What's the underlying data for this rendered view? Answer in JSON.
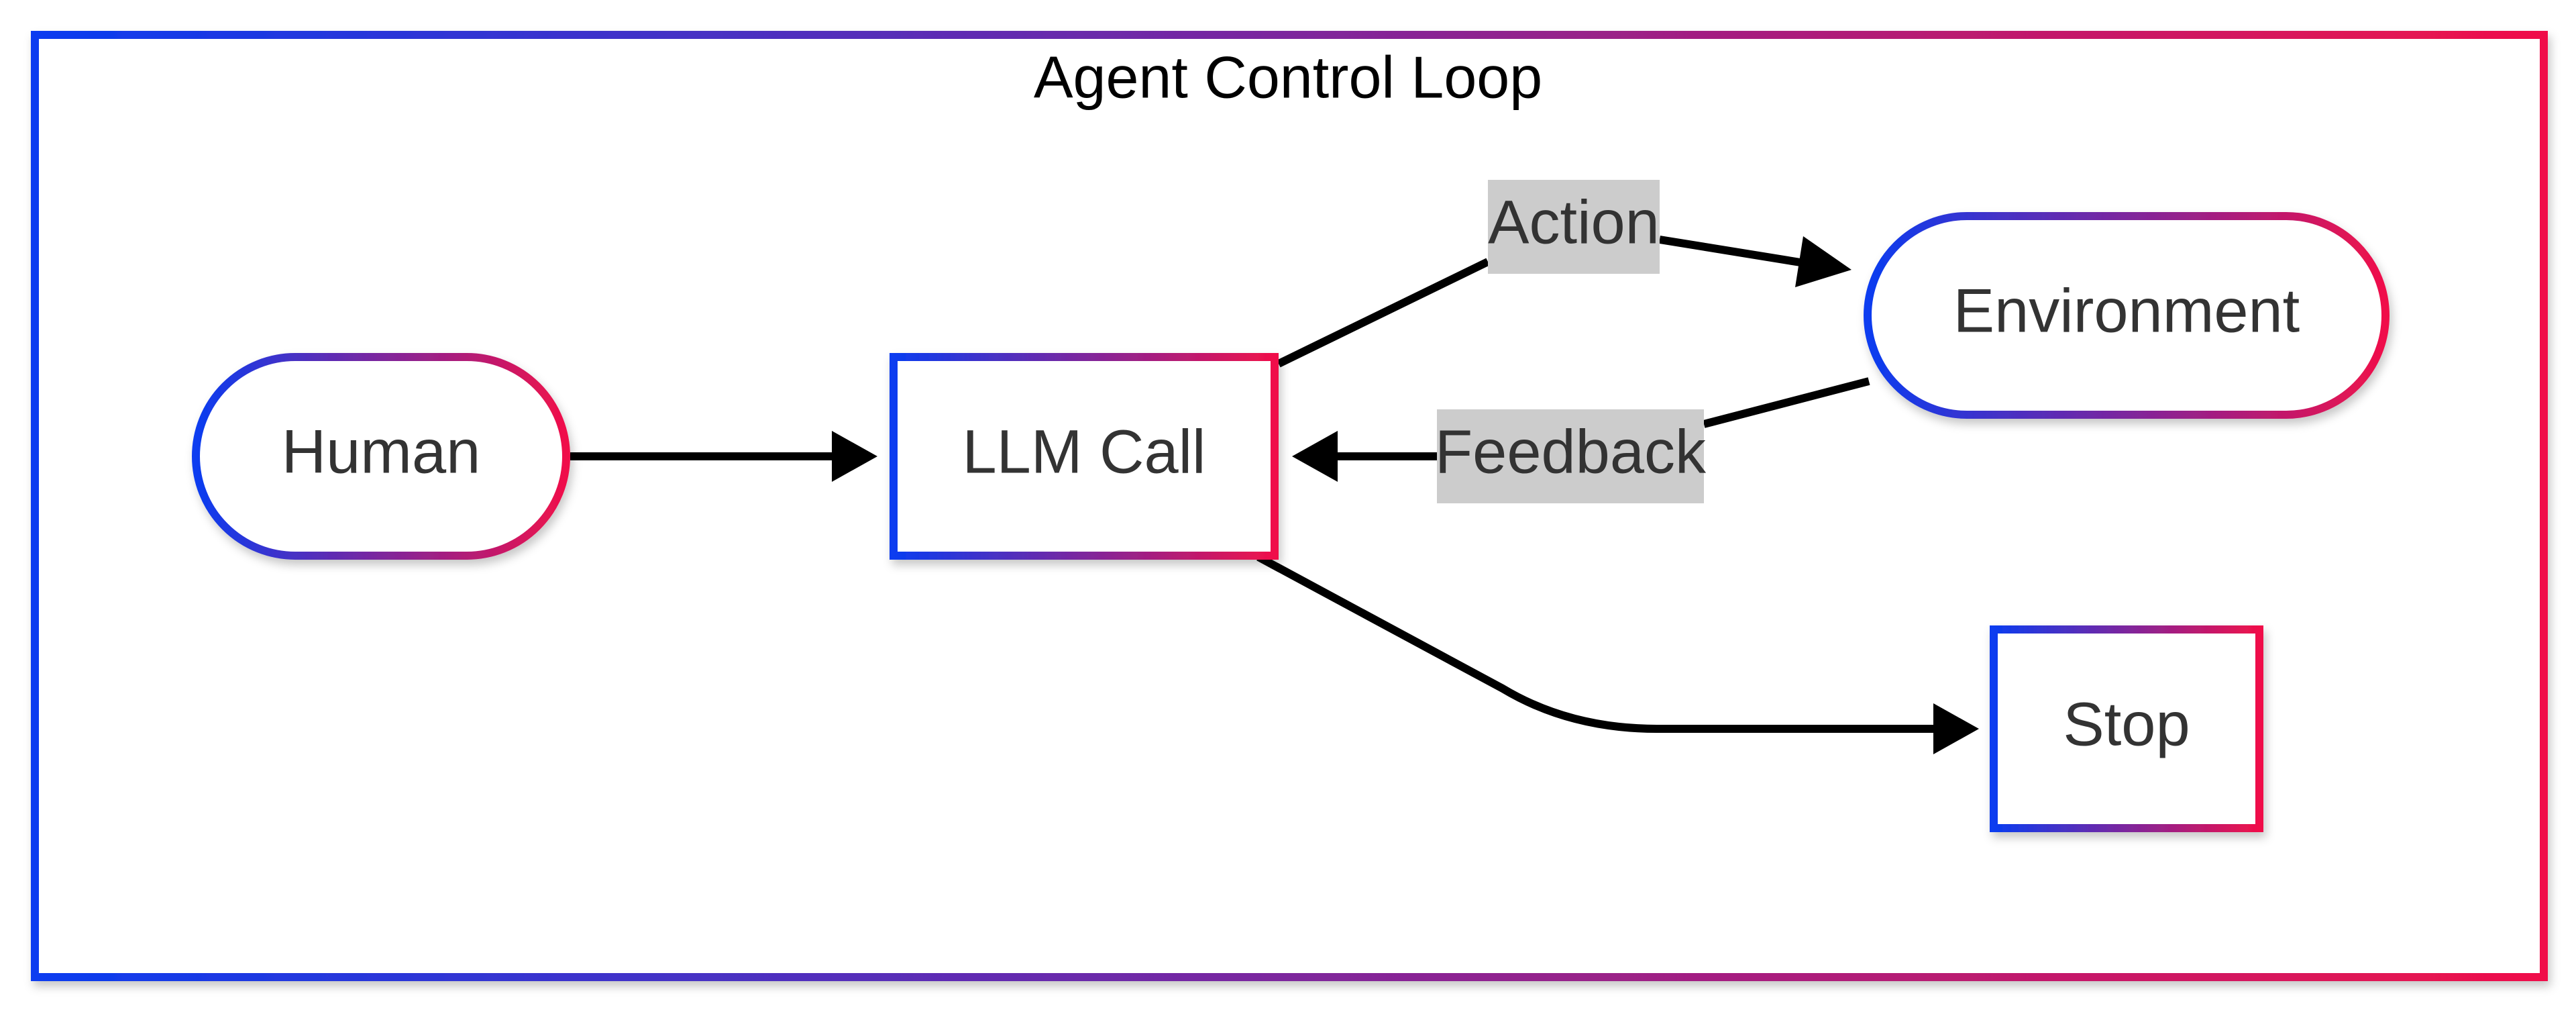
{
  "title": "Agent Control Loop",
  "colors": {
    "gradient_start": "#0a3cf0",
    "gradient_end": "#f0104a",
    "edge": "#000000",
    "edge_label_bg": "#cccccc",
    "node_text": "#333333"
  },
  "nodes": {
    "human": {
      "label": "Human",
      "shape": "stadium"
    },
    "llm_call": {
      "label": "LLM Call",
      "shape": "rectangle"
    },
    "environment": {
      "label": "Environment",
      "shape": "stadium"
    },
    "stop": {
      "label": "Stop",
      "shape": "rectangle"
    }
  },
  "edges": [
    {
      "from": "human",
      "to": "llm_call",
      "label": ""
    },
    {
      "from": "llm_call",
      "to": "environment",
      "label": "Action"
    },
    {
      "from": "environment",
      "to": "llm_call",
      "label": "Feedback"
    },
    {
      "from": "llm_call",
      "to": "stop",
      "label": ""
    }
  ],
  "edge_labels": {
    "action": "Action",
    "feedback": "Feedback"
  }
}
